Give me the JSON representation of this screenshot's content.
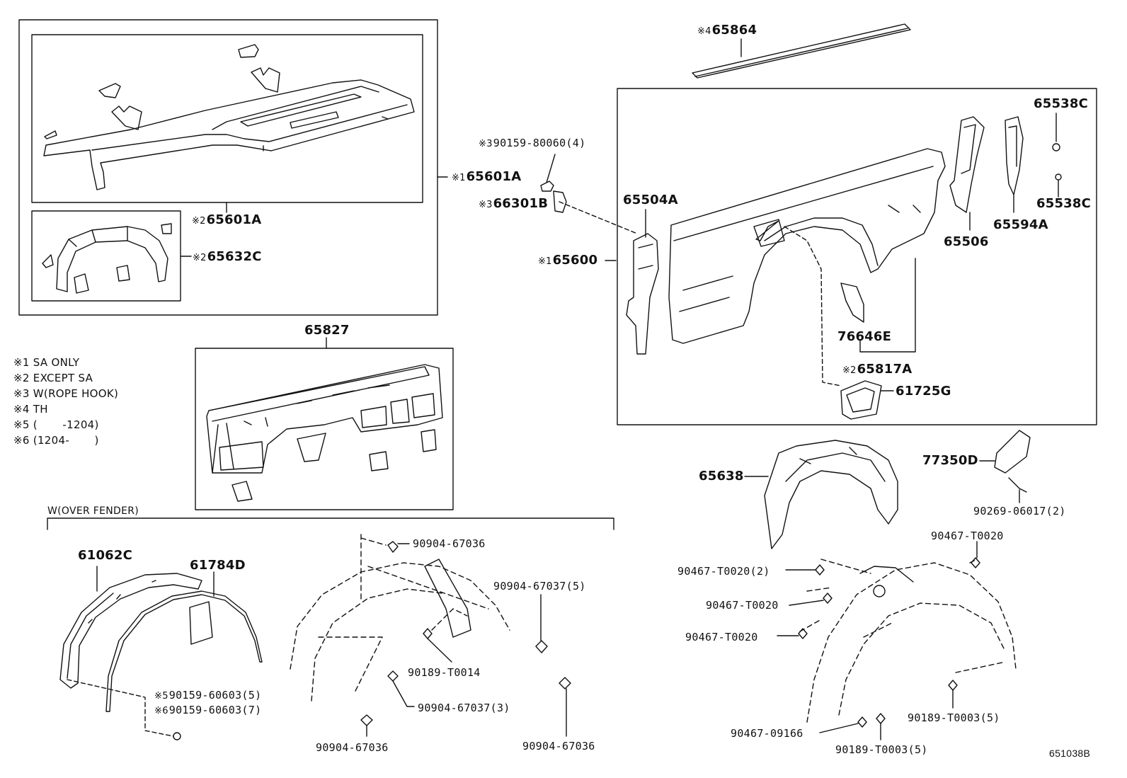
{
  "catalog": {
    "diagram_id": "651038B"
  },
  "section_label": "W(OVER FENDER)",
  "notes": [
    {
      "mark": "※1",
      "text": "SA ONLY"
    },
    {
      "mark": "※2",
      "text": "EXCEPT SA"
    },
    {
      "mark": "※3",
      "text": "W(ROPE HOOK)"
    },
    {
      "mark": "※4",
      "text": "TH"
    },
    {
      "mark": "※5",
      "text": "(       -1204)"
    },
    {
      "mark": "※6",
      "text": "(1204-       )"
    }
  ],
  "callouts": {
    "p65864": {
      "mark": "※4",
      "part": "65864"
    },
    "p90159_80060": {
      "mark": "※3",
      "part": "90159-80060(4)"
    },
    "p66301B": {
      "mark": "※3",
      "part": "66301B"
    },
    "p65601A_1": {
      "mark": "※1",
      "part": "65601A"
    },
    "p65601A_2": {
      "mark": "※2",
      "part": "65601A"
    },
    "p65632C": {
      "mark": "※2",
      "part": "65632C"
    },
    "p65600": {
      "mark": "※1",
      "part": "65600"
    },
    "p65504A": {
      "part": "65504A"
    },
    "p65538C_a": {
      "part": "65538C"
    },
    "p65538C_b": {
      "part": "65538C"
    },
    "p65506": {
      "part": "65506"
    },
    "p65594A": {
      "part": "65594A"
    },
    "p76646E": {
      "part": "76646E"
    },
    "p65817A": {
      "mark": "※2",
      "part": "65817A"
    },
    "p61725G": {
      "part": "61725G"
    },
    "p65827": {
      "part": "65827"
    },
    "p77350D": {
      "part": "77350D"
    },
    "p90269": {
      "part": "90269-06017(2)"
    },
    "p65638": {
      "part": "65638"
    },
    "p61062C": {
      "part": "61062C"
    },
    "p61784D": {
      "part": "61784D"
    },
    "p90159_5": {
      "mark": "※5",
      "part": "90159-60603(5)"
    },
    "p90159_6": {
      "mark": "※6",
      "part": "90159-60603(7)"
    },
    "p90904_67036_top": {
      "part": "90904-67036"
    },
    "p90904_67037_5": {
      "part": "90904-67037(5)"
    },
    "p90189_T0014": {
      "part": "90189-T0014"
    },
    "p90904_67037_3": {
      "part": "90904-67037(3)"
    },
    "p90904_67036_bl": {
      "part": "90904-67036"
    },
    "p90904_67036_br": {
      "part": "90904-67036"
    },
    "p90467_T0020_r": {
      "part": "90467-T0020"
    },
    "p90467_T0020_2": {
      "part": "90467-T0020(2)"
    },
    "p90467_T0020_m": {
      "part": "90467-T0020"
    },
    "p90467_T0020_l": {
      "part": "90467-T0020"
    },
    "p90189_T0003_r": {
      "part": "90189-T0003(5)"
    },
    "p90467_09166": {
      "part": "90467-09166"
    },
    "p90189_T0003_b": {
      "part": "90189-T0003(5)"
    }
  }
}
